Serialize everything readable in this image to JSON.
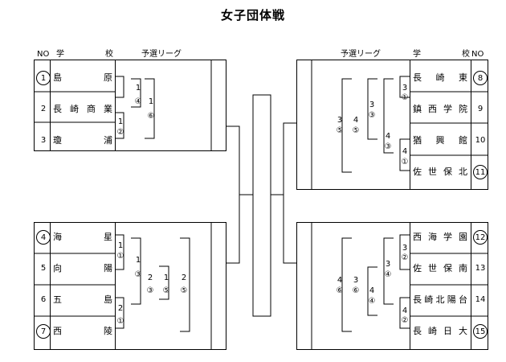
{
  "title": "女子団体戦",
  "headers": {
    "left": {
      "no": "NO",
      "school_1": "学",
      "school_2": "校",
      "league": "予選リーグ"
    },
    "right": {
      "league": "予選リーグ",
      "school_1": "学",
      "school_2": "校",
      "no": "NO"
    }
  },
  "schools": {
    "s1": {
      "no": "1",
      "name": [
        "島",
        "原"
      ],
      "circled": true
    },
    "s2": {
      "no": "2",
      "name": [
        "長",
        "崎",
        "商",
        "業"
      ],
      "circled": false
    },
    "s3": {
      "no": "3",
      "name": [
        "瓊",
        "浦"
      ],
      "circled": false
    },
    "s4": {
      "no": "4",
      "name": [
        "海",
        "星"
      ],
      "circled": true
    },
    "s5": {
      "no": "5",
      "name": [
        "向",
        "陽"
      ],
      "circled": false
    },
    "s6": {
      "no": "6",
      "name": [
        "五",
        "島"
      ],
      "circled": false
    },
    "s7": {
      "no": "7",
      "name": [
        "西",
        "陵"
      ],
      "circled": true
    },
    "s8": {
      "no": "8",
      "name": [
        "長",
        "崎",
        "東"
      ],
      "circled": true
    },
    "s9": {
      "no": "9",
      "name": [
        "鎮",
        "西",
        "学",
        "院"
      ],
      "circled": false
    },
    "s10": {
      "no": "10",
      "name": [
        "猶",
        "興",
        "館"
      ],
      "circled": false
    },
    "s11": {
      "no": "11",
      "name": [
        "佐",
        "世",
        "保",
        "北"
      ],
      "circled": true
    },
    "s12": {
      "no": "12",
      "name": [
        "西",
        "海",
        "学",
        "園"
      ],
      "circled": true
    },
    "s13": {
      "no": "13",
      "name": [
        "佐",
        "世",
        "保",
        "南"
      ],
      "circled": false
    },
    "s14": {
      "no": "14",
      "name": [
        "長",
        "崎",
        "北",
        "陽",
        "台"
      ],
      "circled": false
    },
    "s15": {
      "no": "15",
      "name": [
        "長",
        "崎",
        "日",
        "大"
      ],
      "circled": true
    }
  },
  "scores": {
    "tl_a": "1",
    "tl_b": "④",
    "tl_c": "1",
    "tl_d": "⑥",
    "tl_e": "1",
    "tl_f": "②",
    "tr_a": "3",
    "tr_b": "①",
    "tr_c": "3",
    "tr_d": "③",
    "tr_e": "4",
    "tr_f": "⑤",
    "tr_g": "3",
    "tr_h": "⑤",
    "tr_i": "4",
    "tr_j": "③",
    "tr_k": "4",
    "tr_l": "①",
    "bl_a": "1",
    "bl_b": "①",
    "bl_c": "1",
    "bl_d": "③",
    "bl_e": "1",
    "bl_f": "⑤",
    "bl_g": "2",
    "bl_h": "③",
    "bl_i": "2",
    "bl_j": "⑤",
    "bl_k": "2",
    "bl_l": "①",
    "br_a": "3",
    "br_b": "②",
    "br_c": "3",
    "br_d": "④",
    "br_e": "3",
    "br_f": "⑥",
    "br_g": "4",
    "br_h": "⑥",
    "br_i": "4",
    "br_j": "④",
    "br_k": "4",
    "br_l": "②"
  }
}
